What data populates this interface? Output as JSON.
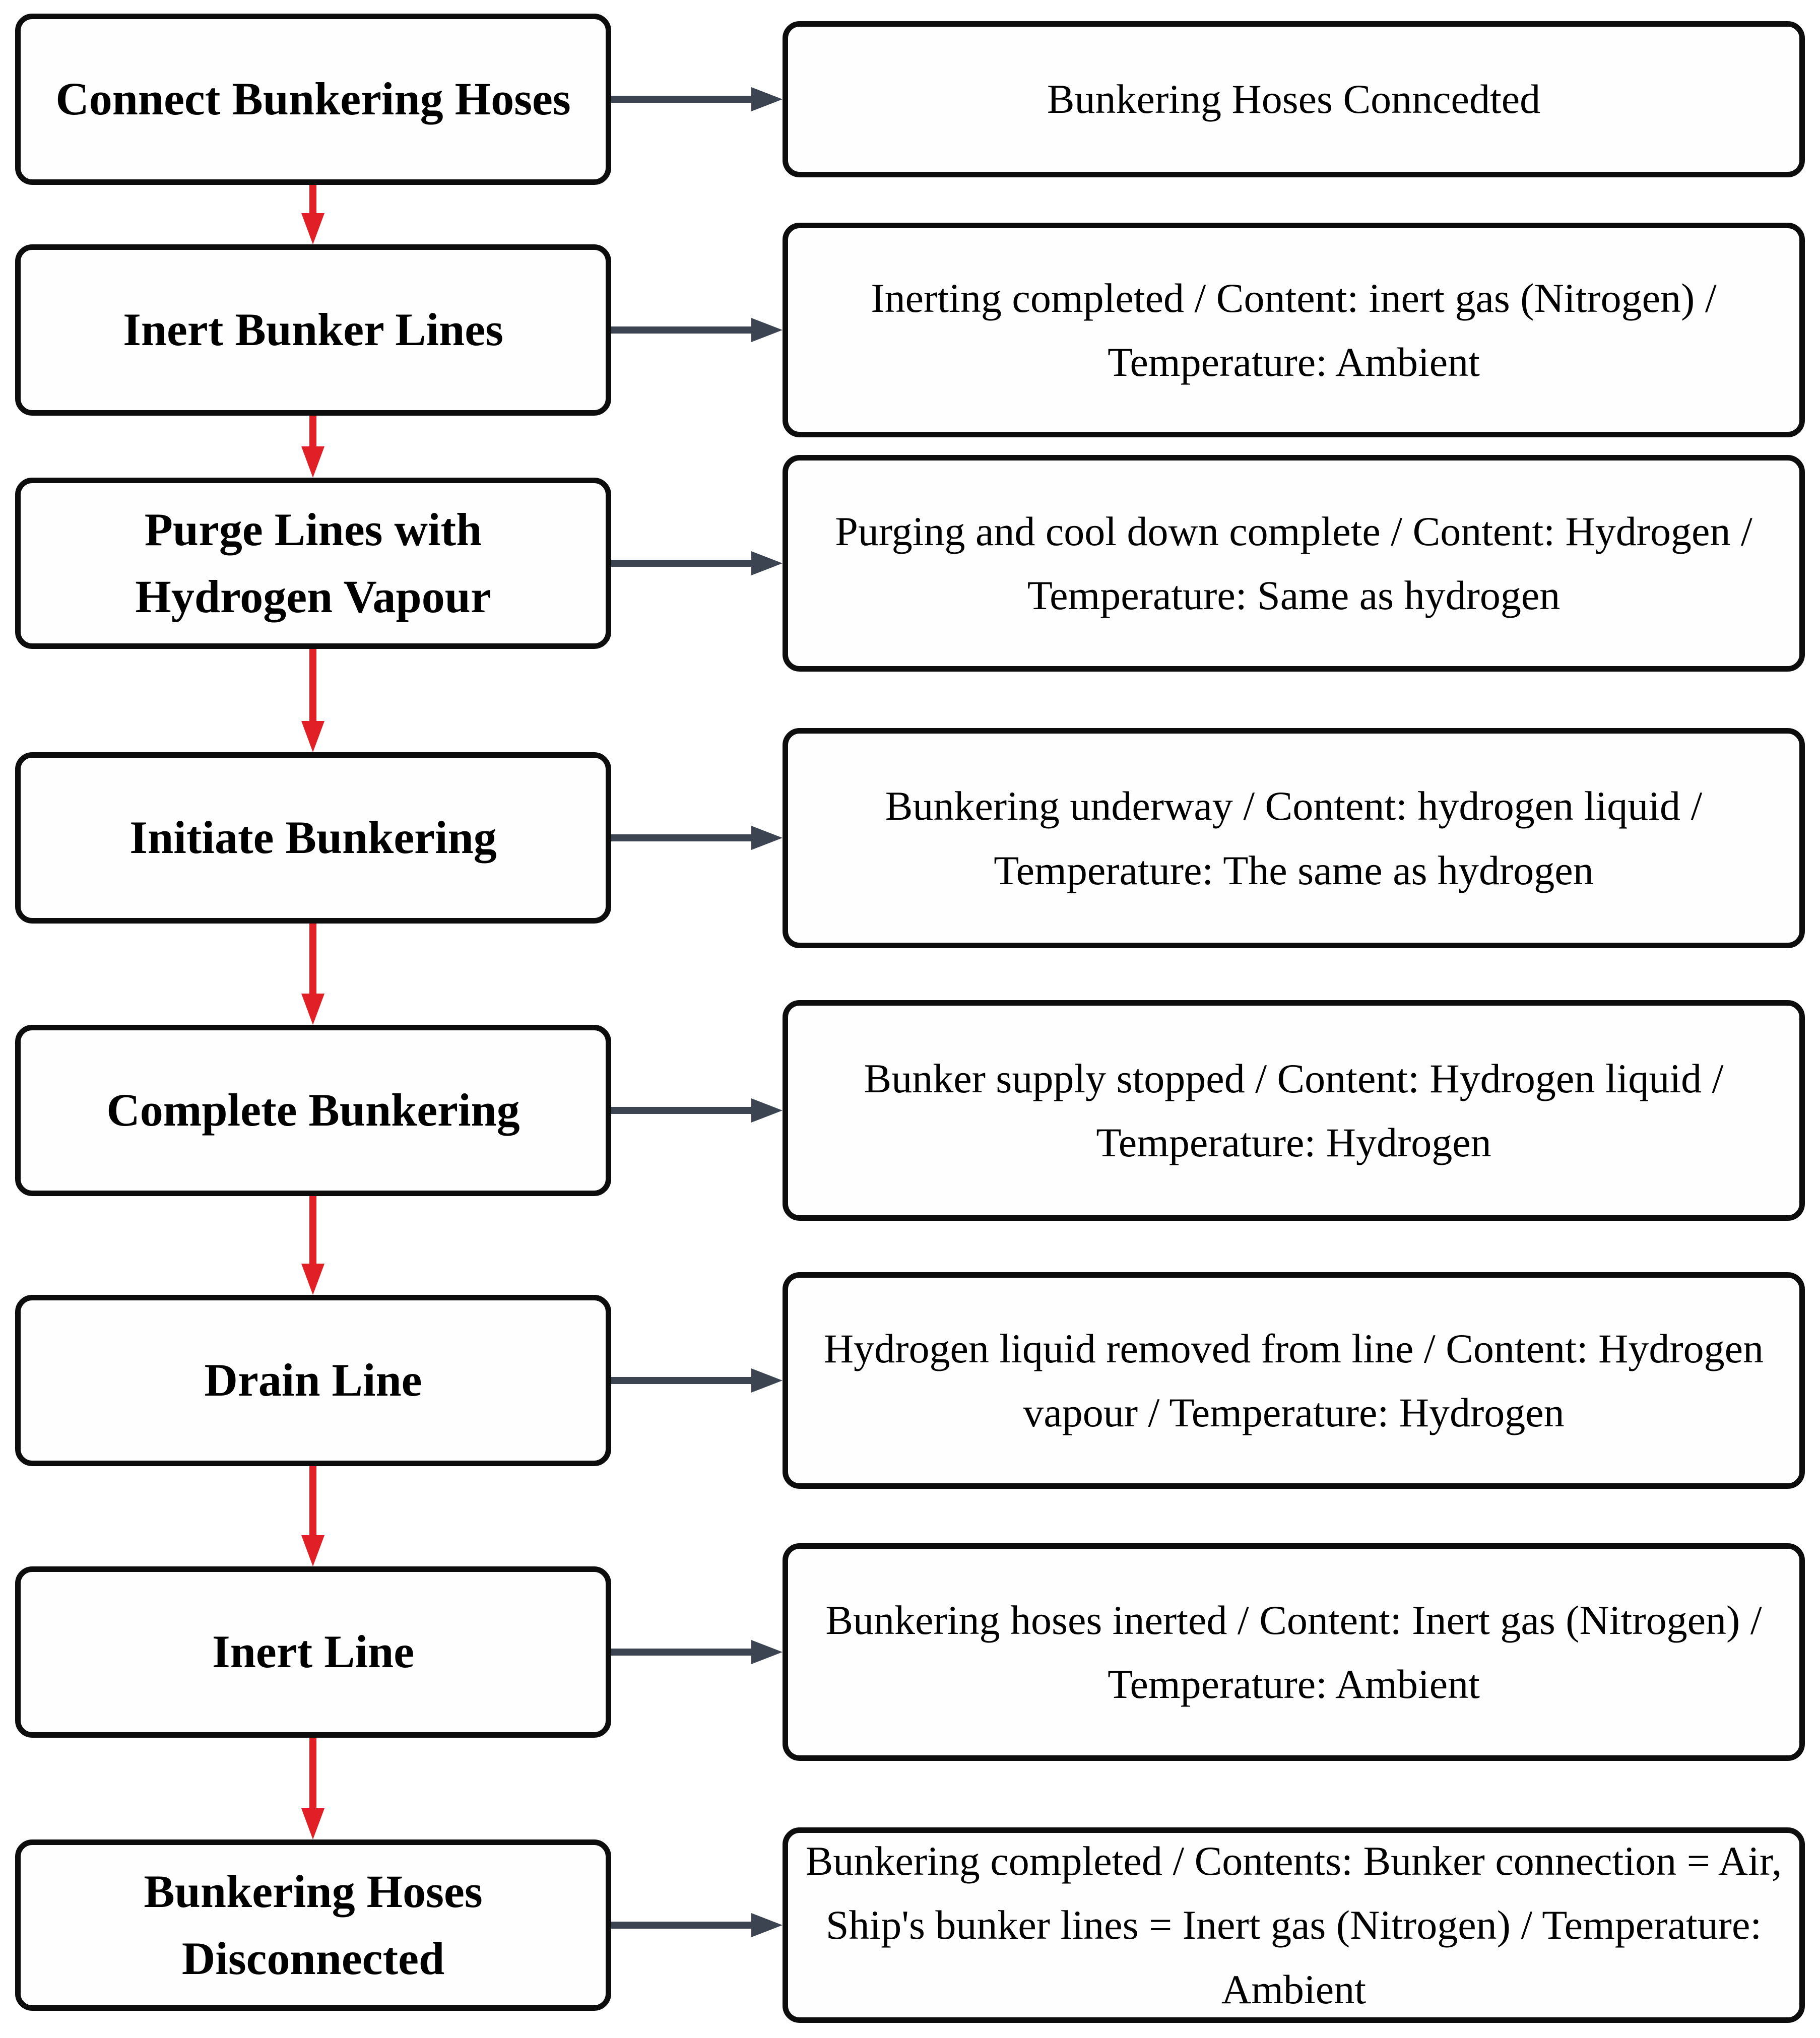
{
  "diagram": {
    "steps": [
      {
        "label": "Connect Bunkering Hoses",
        "status": "Bunkering Hoses Conncedted"
      },
      {
        "label": "Inert Bunker Lines",
        "status": "Inerting completed / Content: inert gas (Nitrogen) / Temperature: Ambient"
      },
      {
        "label": "Purge Lines with Hydrogen Vapour",
        "status": "Purging and cool down complete / Content: Hydrogen / Temperature: Same as hydrogen"
      },
      {
        "label": "Initiate Bunkering",
        "status": "Bunkering underway / Content: hydrogen liquid / Temperature: The same as hydrogen"
      },
      {
        "label": "Complete Bunkering",
        "status": "Bunker supply stopped / Content: Hydrogen liquid / Temperature: Hydrogen"
      },
      {
        "label": "Drain Line",
        "status": "Hydrogen liquid removed from line / Content: Hydrogen vapour / Temperature: Hydrogen"
      },
      {
        "label": "Inert Line",
        "status": "Bunkering hoses inerted / Content: Inert gas (Nitrogen) / Temperature: Ambient"
      },
      {
        "label": "Bunkering Hoses Disconnected",
        "status": "Bunkering completed / Contents: Bunker connection = Air, Ship's bunker lines = Inert gas (Nitrogen) / Temperature: Ambient"
      }
    ],
    "colors": {
      "flow_arrow_red": "#e01f26",
      "link_arrow_gray": "#3d4451",
      "box_border": "#0d0d0d",
      "background": "#ffffff",
      "text": "#000000"
    }
  }
}
